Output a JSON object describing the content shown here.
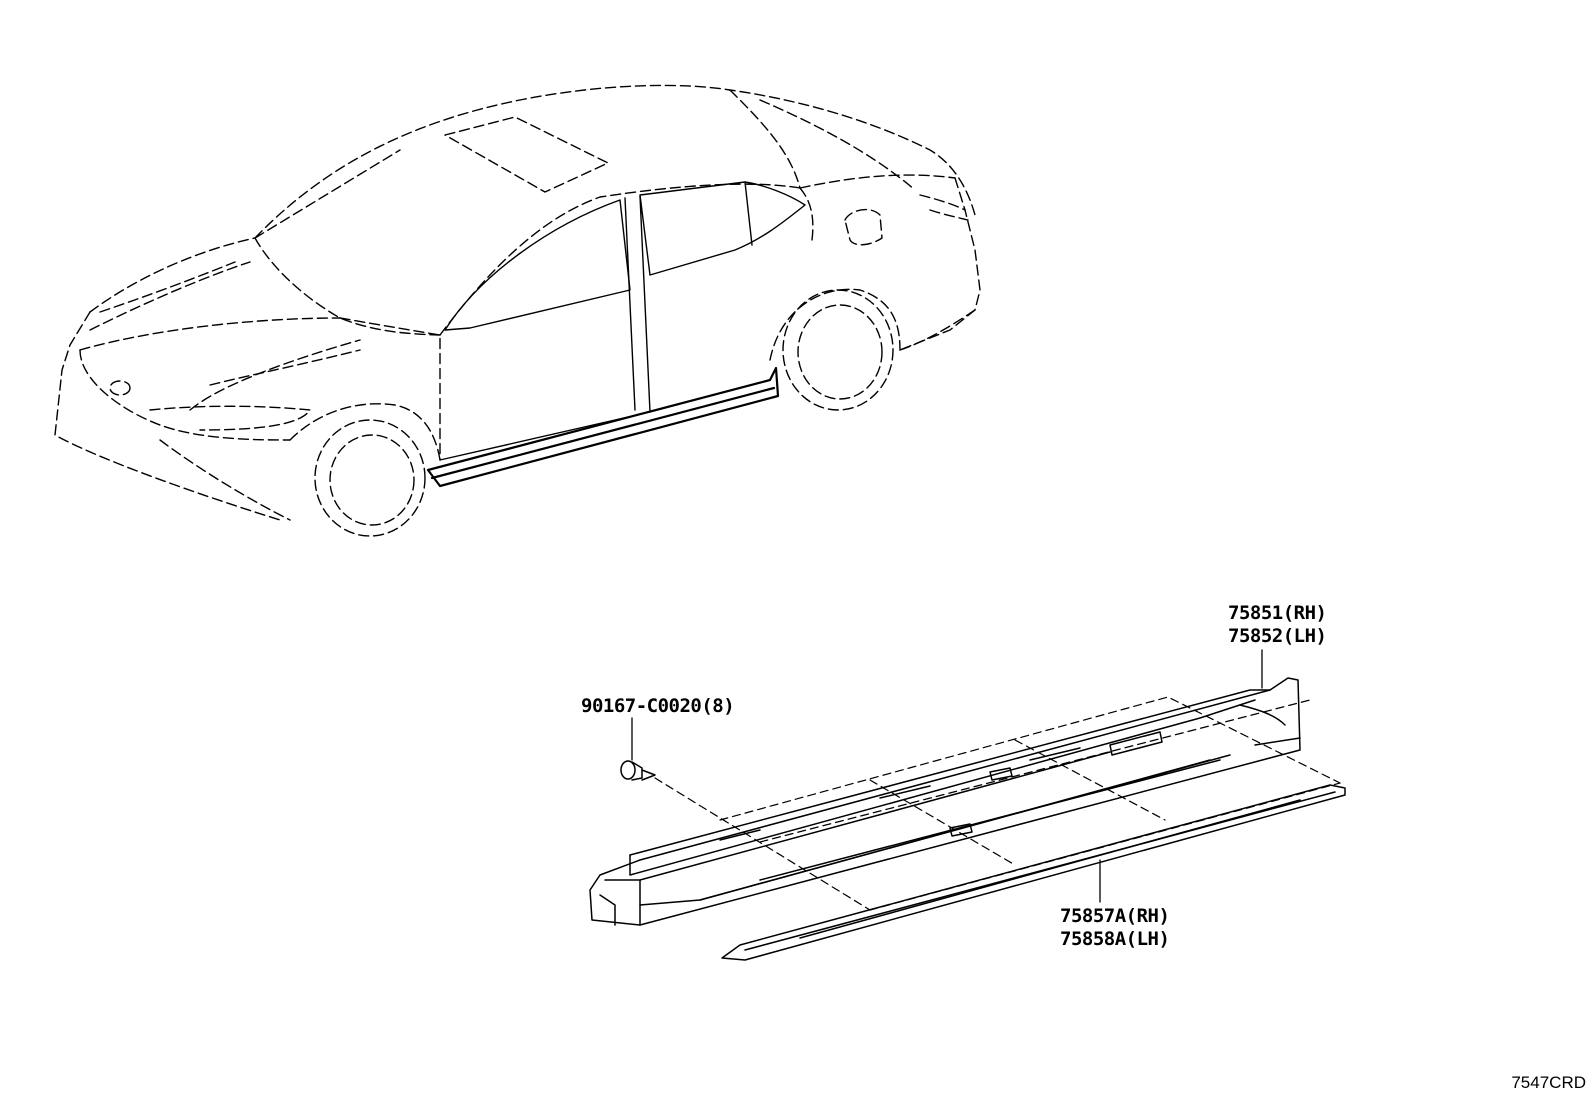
{
  "parts": {
    "bolt": {
      "line1": "90167-C0020(8)"
    },
    "rocker_garnish": {
      "line1": "75851(RH)",
      "line2": "75852(LH)"
    },
    "lower_moulding": {
      "line1": "75857A(RH)",
      "line2": "75858A(LH)"
    }
  },
  "diagram_code": "7547CRD",
  "colors": {
    "ink": "#000000",
    "background": "#ffffff"
  }
}
